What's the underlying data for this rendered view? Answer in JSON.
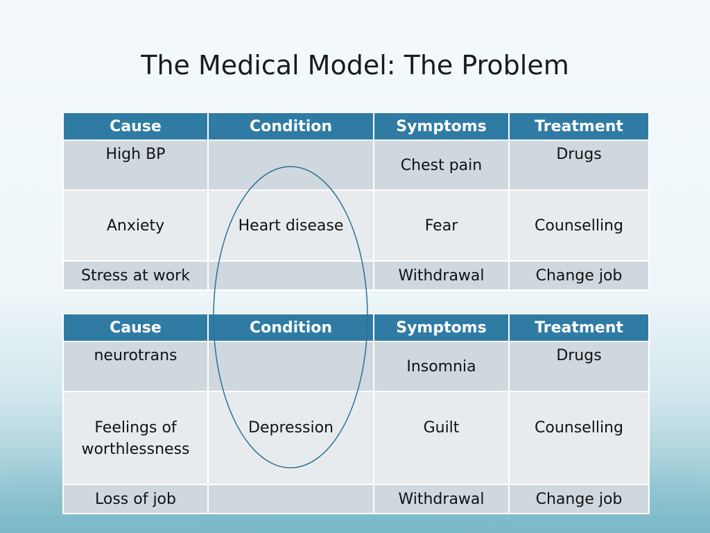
{
  "title": "The Medical Model: The Problem",
  "tables": [
    {
      "headers": [
        "Cause",
        "Condition",
        "Symptoms",
        "Treatment"
      ],
      "rows": [
        [
          "High BP",
          "",
          "Chest pain",
          "Drugs"
        ],
        [
          "Anxiety",
          "Heart disease",
          "Fear",
          "Counselling"
        ],
        [
          "Stress at work",
          "",
          "Withdrawal",
          "Change job"
        ]
      ]
    },
    {
      "headers": [
        "Cause",
        "Condition",
        "Symptoms",
        "Treatment"
      ],
      "rows": [
        [
          "neurotrans",
          "",
          "Insomnia",
          "Drugs"
        ],
        [
          "Feelings of worthlessness",
          "Depression",
          "Guilt",
          "Counselling"
        ],
        [
          "Loss of job",
          "",
          "Withdrawal",
          "Change job"
        ]
      ]
    }
  ],
  "colors": {
    "header": "#2f7ba4",
    "ellipse": "#2a6f92"
  }
}
